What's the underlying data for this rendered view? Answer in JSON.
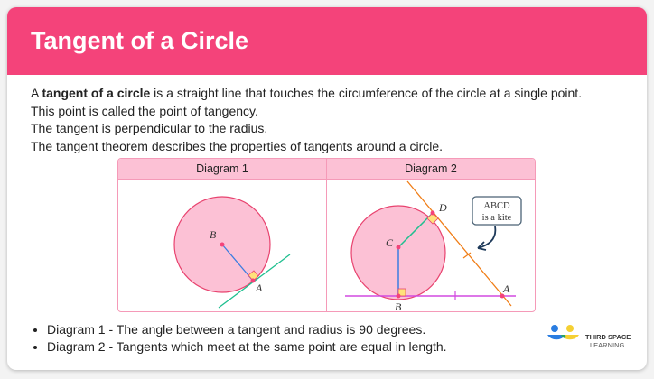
{
  "header": {
    "title": "Tangent of a Circle"
  },
  "intro": {
    "line1_prefix": "A ",
    "line1_bold": "tangent of a circle",
    "line1_suffix": " is a straight line that touches the circumference of the circle at a single point.",
    "line2": "This point is called the point of tangency.",
    "line3": "The tangent is perpendicular to the radius.",
    "line4": "The tangent theorem describes the properties of tangents around a circle."
  },
  "diagrams": [
    {
      "title": "Diagram 1",
      "labels": {
        "B": "B",
        "A": "A"
      }
    },
    {
      "title": "Diagram 2",
      "labels": {
        "C": "C",
        "D": "D",
        "B": "B",
        "A": "A"
      },
      "callout_line1": "ABCD",
      "callout_line2": "is a kite"
    }
  ],
  "bullets": [
    "Diagram 1 - The angle between a tangent and radius is 90 degrees.",
    "Diagram 2 - Tangents which meet at the same point are equal in length."
  ],
  "logo": {
    "line1": "THIRD SPACE",
    "line2": "LEARNING"
  },
  "colors": {
    "brand": "#f4437a",
    "circle_fill": "#fcc1d5",
    "circle_stroke": "#e8436f",
    "tangent1": "#1fbf8f",
    "radius": "#3b7de0",
    "tangent2": "#f07d16",
    "tangent3": "#d24ae0",
    "right_angle": "#ffe27a"
  }
}
